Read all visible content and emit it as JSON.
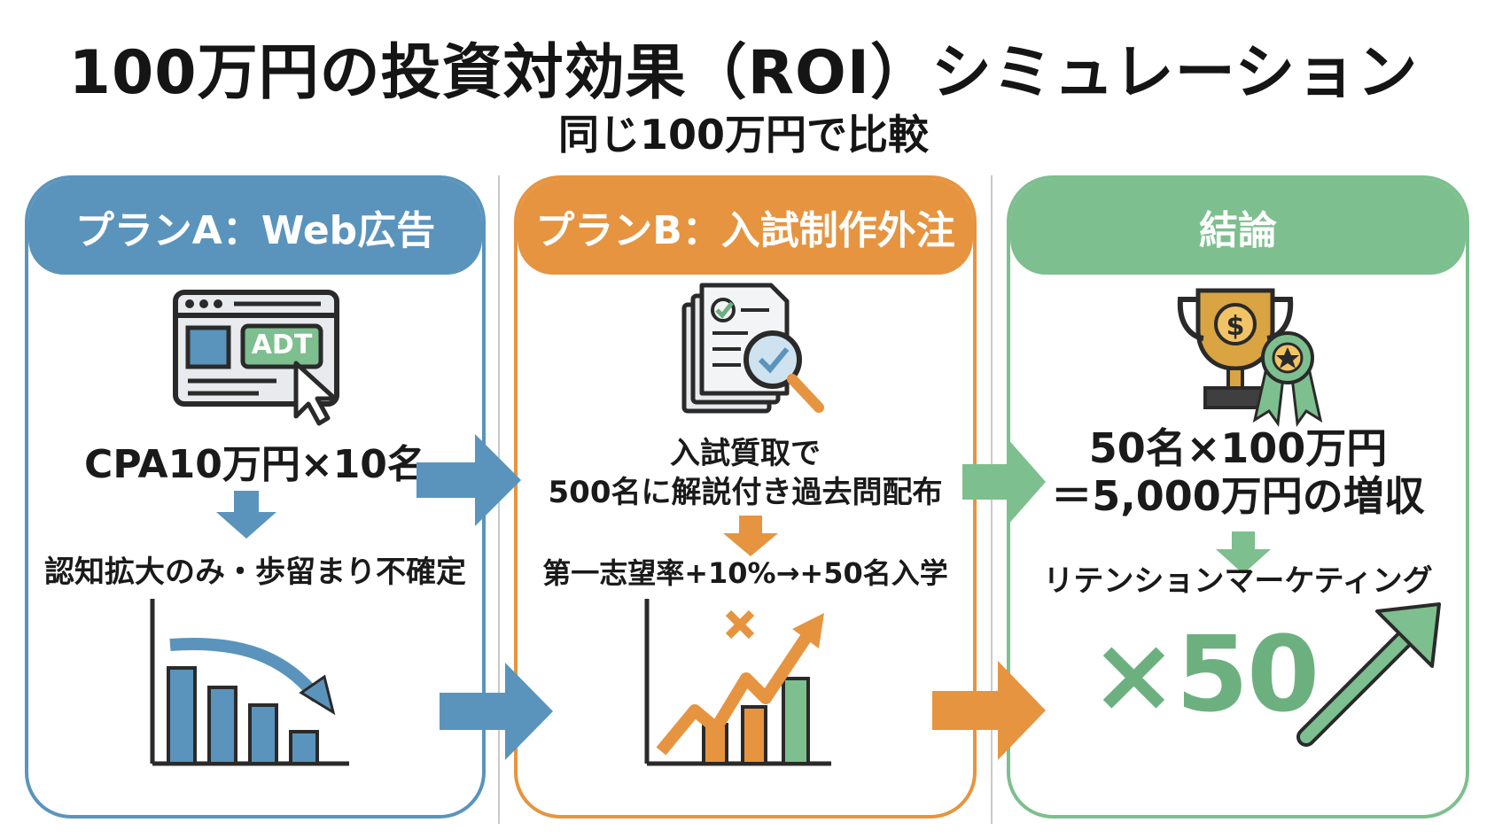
{
  "title": "100万円の投資対効果（ROI）シミュレーション",
  "subtitle": "同じ100万円で比較",
  "colors": {
    "blue": "#5a94bc",
    "orange": "#e69440",
    "green": "#7dbf8e"
  },
  "panels": {
    "a": {
      "header": "プランA：Web広告",
      "icon": "browser-ad-icon",
      "icon_label": "ADT",
      "line1": "CPA10万円×10名",
      "line2": "認知拡大のみ・歩留まり不確定",
      "chart_icon": "declining-bar-chart-icon"
    },
    "b": {
      "header": "プランB：入試制作外注",
      "icon": "document-review-icon",
      "line1a": "入試質取で",
      "line1b": "500名に解説付き過去問配布",
      "line2": "第一志望率+10%→+50名入学",
      "chart_icon": "rising-bar-chart-icon"
    },
    "c": {
      "header": "結論",
      "icon": "trophy-award-icon",
      "line1a": "50名×100万円",
      "line1b": "＝5,000万円の増収",
      "line2": "リテンションマーケティング",
      "multiplier": "×50",
      "chart_icon": "up-arrow-icon"
    }
  }
}
